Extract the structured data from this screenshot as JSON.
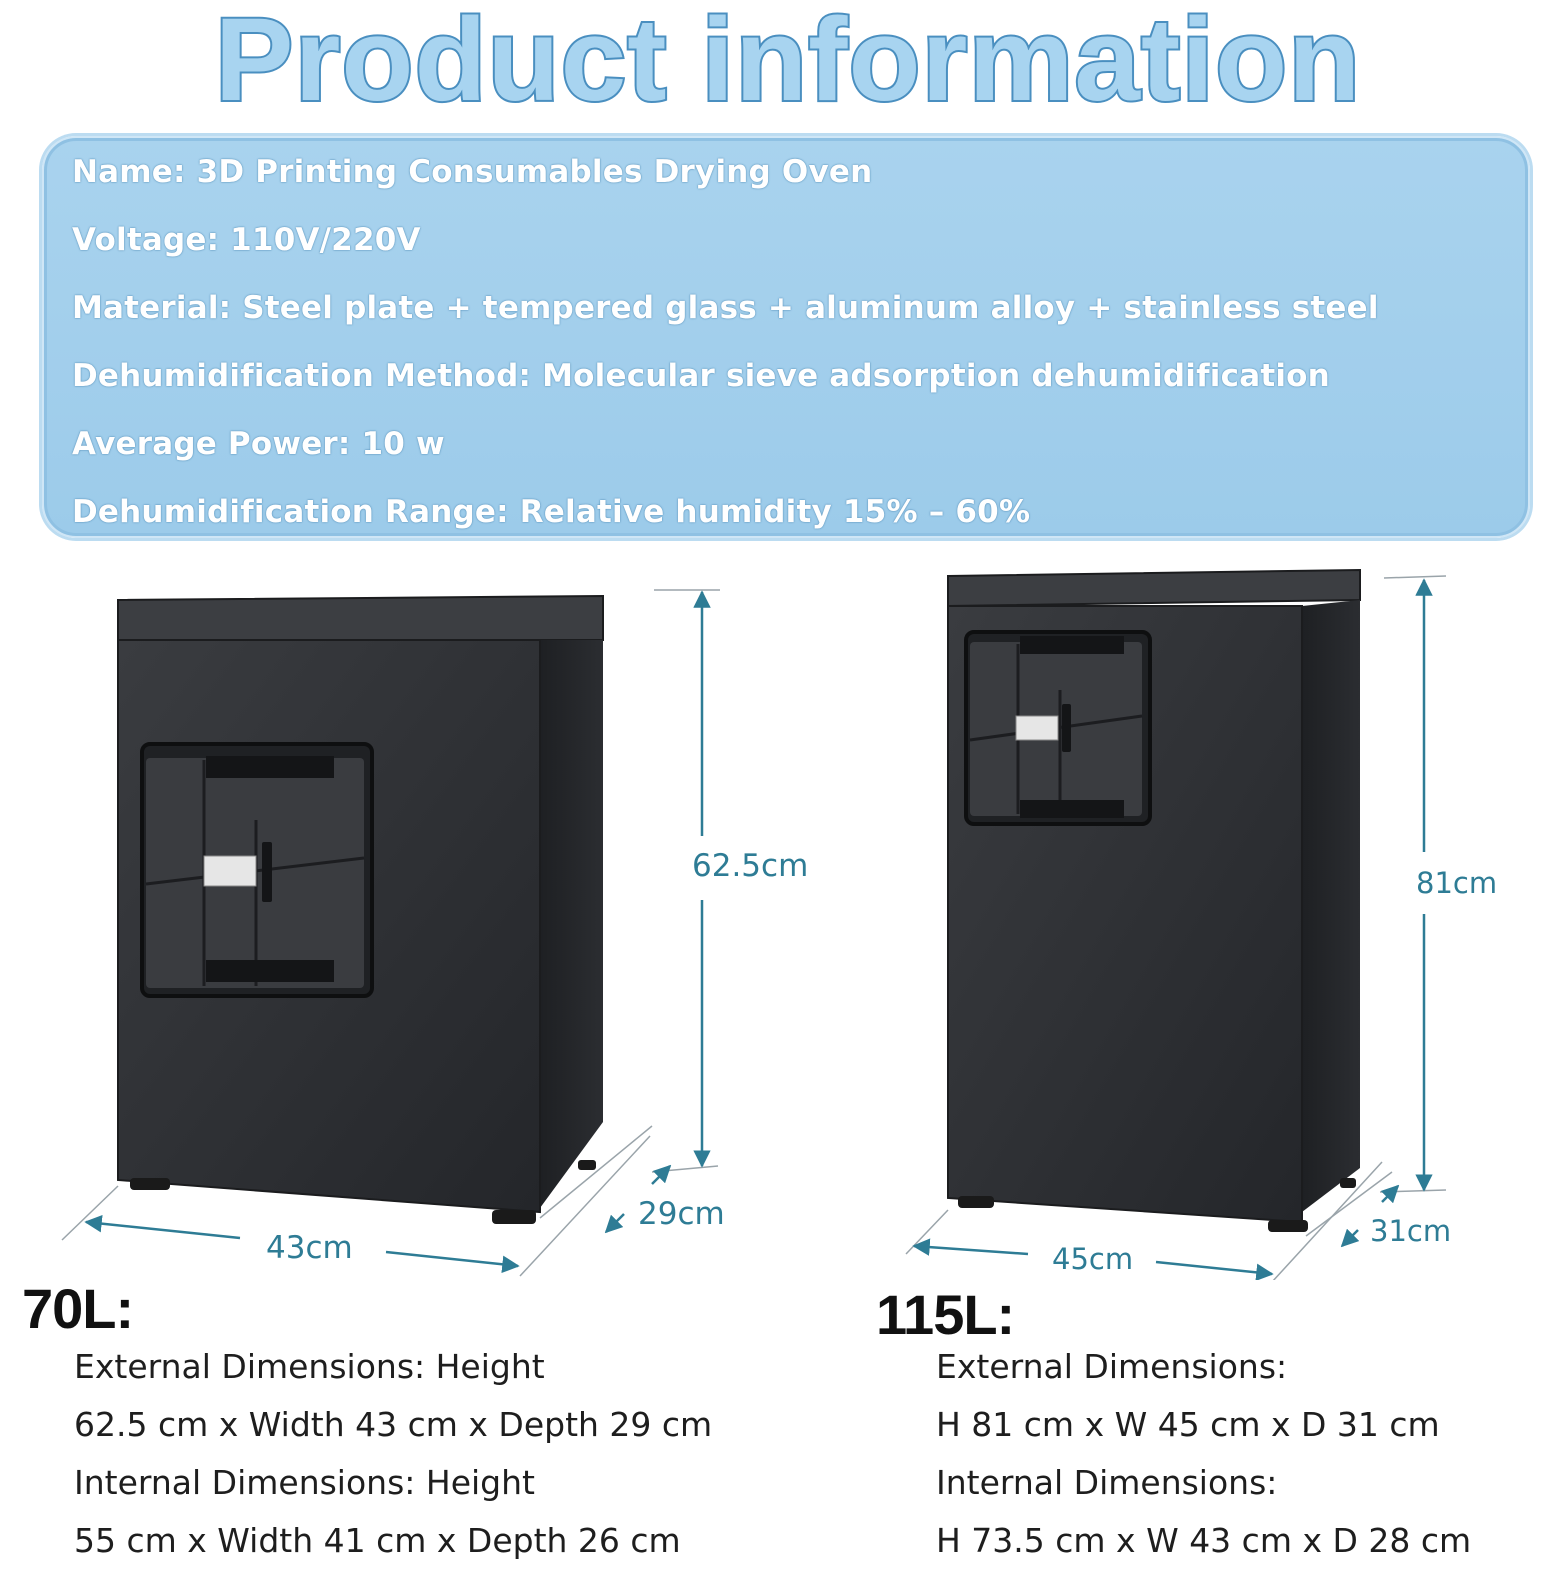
{
  "header": {
    "title": "Product information"
  },
  "info_panel": {
    "lines": [
      "Name: 3D Printing Consumables Drying Oven",
      "Voltage: 110V/220V",
      "Material: Steel plate + tempered glass + aluminum alloy + stainless steel",
      "Dehumidification Method: Molecular sieve adsorption dehumidification",
      "Average Power: 10 w",
      "Dehumidification Range: Relative humidity 15% – 60%"
    ]
  },
  "models": [
    {
      "title": "70L:",
      "dims": {
        "height": "62.5cm",
        "width": "43cm",
        "depth": "29cm"
      },
      "specs": [
        "External Dimensions: Height",
        "62.5 cm x Width 43 cm x Depth 29 cm",
        "Internal Dimensions: Height",
        "55 cm x Width 41 cm x Depth 26 cm"
      ]
    },
    {
      "title": "115L:",
      "dims": {
        "height": "81cm",
        "width": "45cm",
        "depth": "31cm"
      },
      "specs": [
        "External Dimensions:",
        "H 81 cm x W 45 cm x D 31 cm",
        "Internal Dimensions:",
        "H 73.5 cm x W 43 cm x D 28 cm"
      ]
    }
  ],
  "colors": {
    "title_fill": "#a8d4f0",
    "title_outline": "#4a8fc0",
    "panel_bg": "#a9d3ee",
    "dimension_line": "#2e7c95",
    "cabinet_body": "#2e3033"
  }
}
